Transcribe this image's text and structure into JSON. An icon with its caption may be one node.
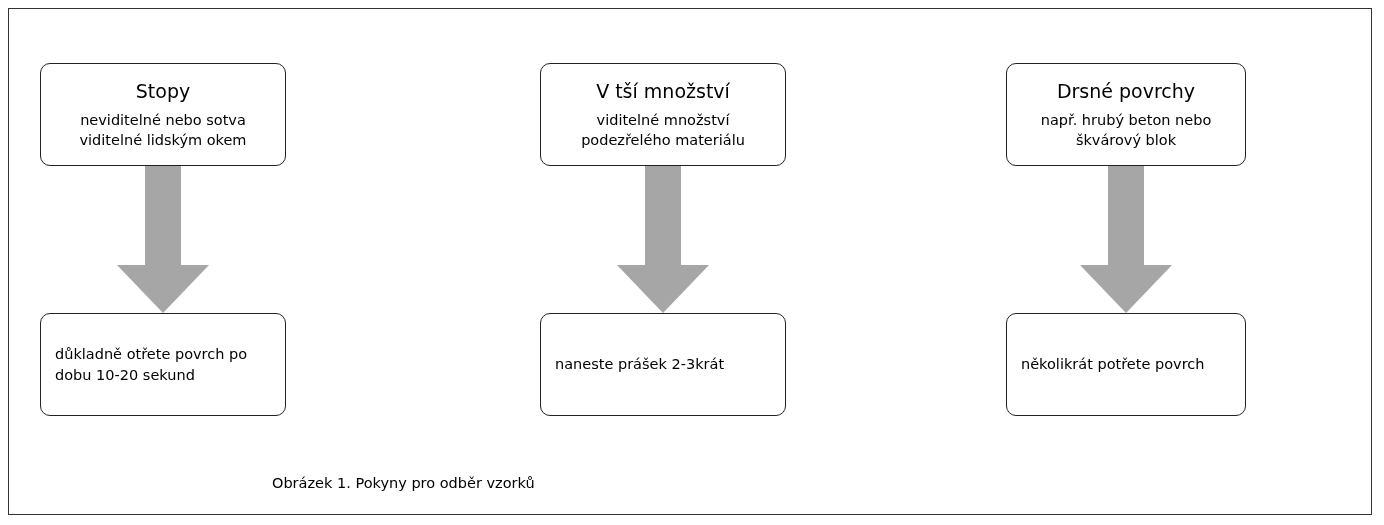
{
  "diagram": {
    "caption": "Obrázek 1. Pokyny pro odběr vzorků",
    "nodes": [
      {
        "text": [
          "Stopy",
          "neviditelné nebo sotva viditelné lidským okem"
        ]
      },
      {
        "text": [
          "V tší množství",
          "viditelné množství podezřelého materiálu"
        ]
      },
      {
        "text": [
          "Drsné povrchy",
          "např. hrubý beton nebo škvárový blok"
        ]
      },
      {
        "text": [
          "důkladně otřete povrch po dobu 10-20 sekund"
        ]
      },
      {
        "text": [
          "naneste prášek 2-3krát"
        ]
      },
      {
        "text": [
          "několikrát potřete povrch"
        ]
      }
    ],
    "edges": [
      {
        "from": 0,
        "to": 3,
        "arrow": "to"
      },
      {
        "from": 1,
        "to": 4,
        "arrow": "to"
      },
      {
        "from": 2,
        "to": 5,
        "arrow": "to"
      }
    ]
  }
}
